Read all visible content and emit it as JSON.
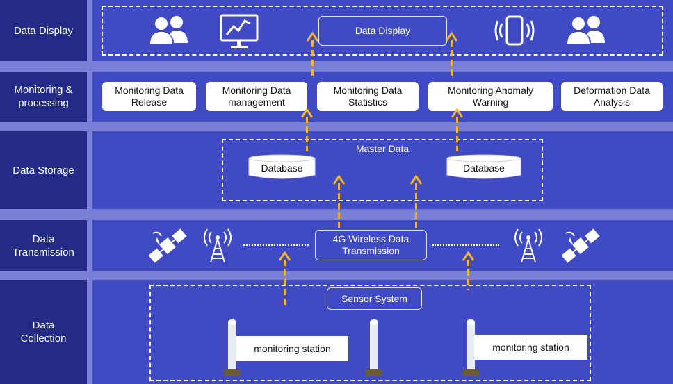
{
  "layers": {
    "display": "Data Display",
    "monitoring": "Monitoring & processing",
    "storage": "Data Storage",
    "transmission": "Data Transmission",
    "collection": "Data Collection"
  },
  "display": {
    "center_box": "Data Display",
    "icons": [
      "users-icon",
      "monitor-chart-icon",
      "smartphone-icon",
      "users-icon"
    ]
  },
  "processing": {
    "boxes": [
      "Monitoring Data Release",
      "Monitoring Data management",
      "Monitoring Data Statistics",
      "Monitoring Anomaly Warning",
      "Deformation Data Analysis"
    ]
  },
  "storage": {
    "title": "Master Data",
    "databases": [
      "Database",
      "Database"
    ]
  },
  "transmission": {
    "center_box": "4G Wireless Data Transmission",
    "icons": [
      "satellite-icon",
      "signal-tower-icon",
      "signal-tower-icon",
      "satellite-icon"
    ]
  },
  "collection": {
    "title": "Sensor System",
    "stations": [
      "monitoring station",
      "monitoring station"
    ]
  },
  "colors": {
    "label_bg": "#232b86",
    "layer_bg": "#3f4ac4",
    "arrow": "#f4b625"
  }
}
